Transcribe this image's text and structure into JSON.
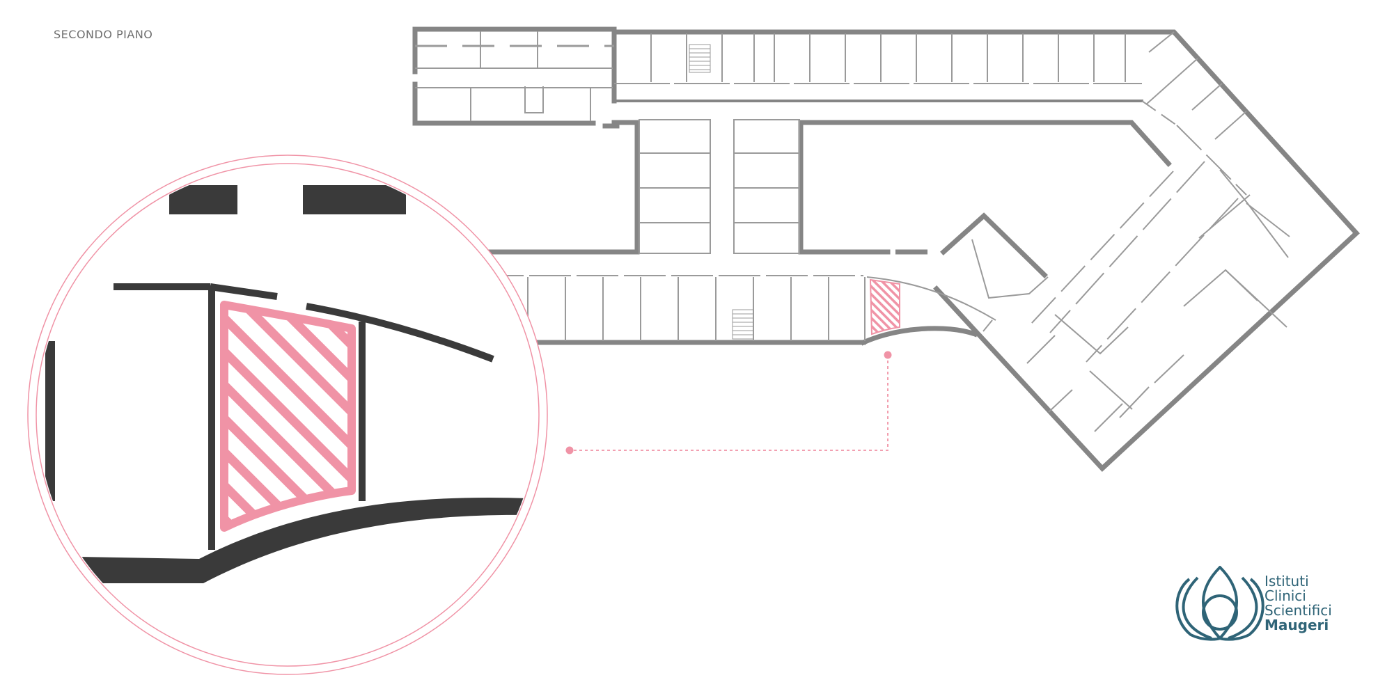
{
  "floor_label": "SECONDO PIANO",
  "logo": {
    "lines": [
      "Istituti",
      "Clinici",
      "Scientifici"
    ],
    "bold_line": "Maugeri",
    "icon": "lotus-logo-icon"
  },
  "colors": {
    "walls": "#858585",
    "inner_walls": "#9a9a9a",
    "highlight": "#f093a6",
    "zoom_walls": "#3a3a3a",
    "logo": "#2f6477"
  },
  "icons": {
    "stairs": "stairs-icon",
    "zoom": "zoom-circle",
    "marker": "location-marker"
  }
}
